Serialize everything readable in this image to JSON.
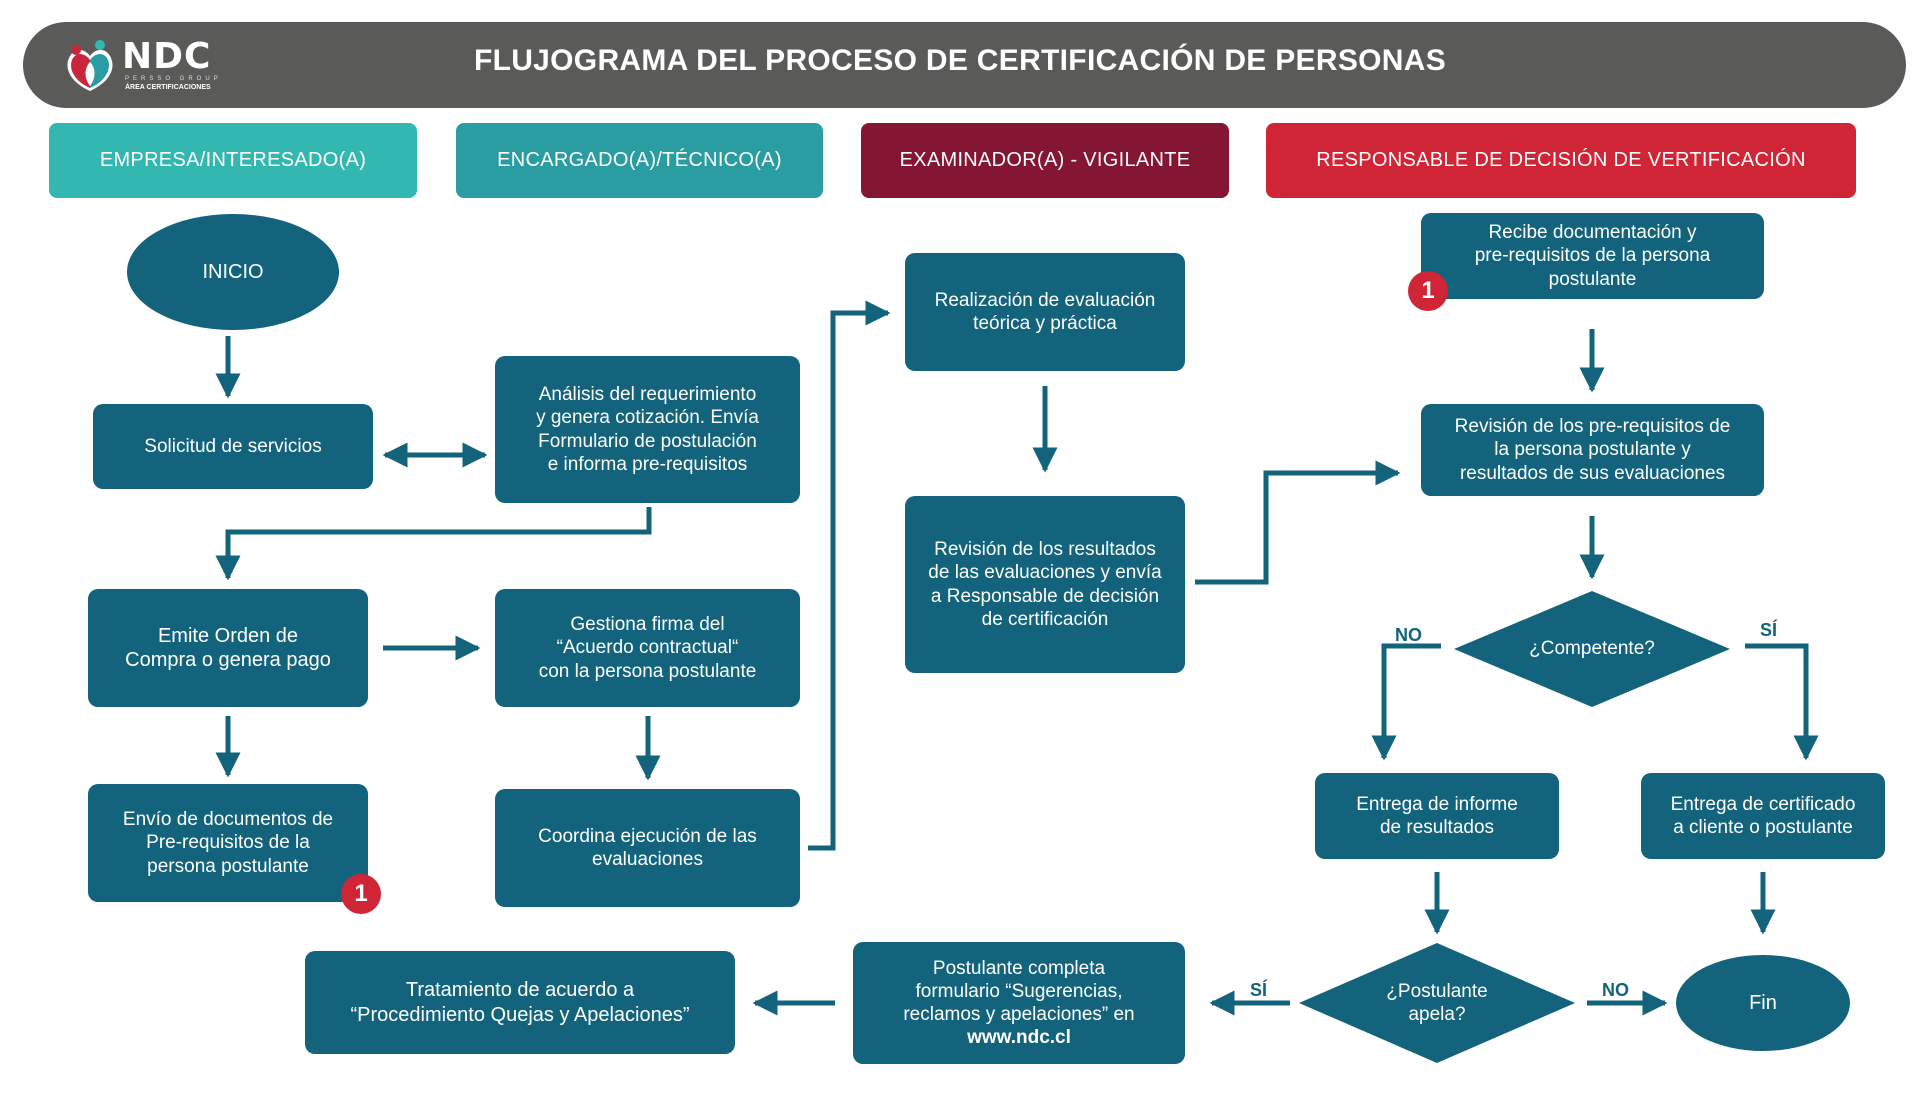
{
  "header": {
    "title": "FLUJOGRAMA DEL PROCESO DE CERTIFICACIÓN DE PERSONAS",
    "logo": {
      "icon": "ndc-people-logo-icon",
      "name": "NDC",
      "group": "PERSSO GROUP",
      "area": "ÁREA CERTIFICACIONES"
    }
  },
  "lanes": [
    {
      "label": "EMPRESA/INTERESADO(A)",
      "color": "#33b7b1"
    },
    {
      "label": "ENCARGADO(A)/TÉCNICO(A)",
      "color": "#2a9da3"
    },
    {
      "label": "EXAMINADOR(A) - VIGILANTE",
      "color": "#841634"
    },
    {
      "label": "RESPONSABLE DE DECISIÓN DE VERTIFICACIÓN",
      "color": "#cf2536"
    }
  ],
  "colors": {
    "node": "#12637b",
    "badge": "#cf2536",
    "header": "#5a5a59"
  },
  "nodes": {
    "inicio": "INICIO",
    "solicitud": "Solicitud de servicios",
    "analisis": "Análisis del requerimiento\ny genera cotización. Envía\nFormulario de postulación\ne informa pre-requisitos",
    "emite": "Emite Orden de\nCompra o genera pago",
    "gestiona": "Gestiona firma del\n“Acuerdo contractual“\ncon la persona postulante",
    "envio": "Envío de documentos de\nPre-requisitos de la\npersona postulante",
    "coordina": "Coordina ejecución de las\nevaluaciones",
    "realizacion": "Realización de evaluación\nteórica y práctica",
    "revision_resultados": "Revisión de los resultados\nde las evaluaciones y envía\na Responsable de decisión\nde certificación",
    "recibe": "Recibe documentación y\npre-requisitos de la persona\npostulante",
    "revision_prereq": "Revisión de los pre-requisitos de\nla persona postulante y\nresultados de sus evaluaciones",
    "competente": "¿Competente?",
    "entrega_informe": "Entrega de informe\nde resultados",
    "entrega_certificado": "Entrega de certificado\na cliente o postulante",
    "apela": "¿Postulante\napela?",
    "fin": "Fin",
    "postulante_completa": "Postulante completa\nformulario “Sugerencias,\nreclamos y apelaciones” en",
    "postulante_url": "www.ndc.cl",
    "tratamiento": "Tratamiento de acuerdo a\n“Procedimiento Quejas y Apelaciones”"
  },
  "badges": {
    "connector": "1"
  },
  "branches": {
    "no": "NO",
    "si": "SÍ"
  }
}
